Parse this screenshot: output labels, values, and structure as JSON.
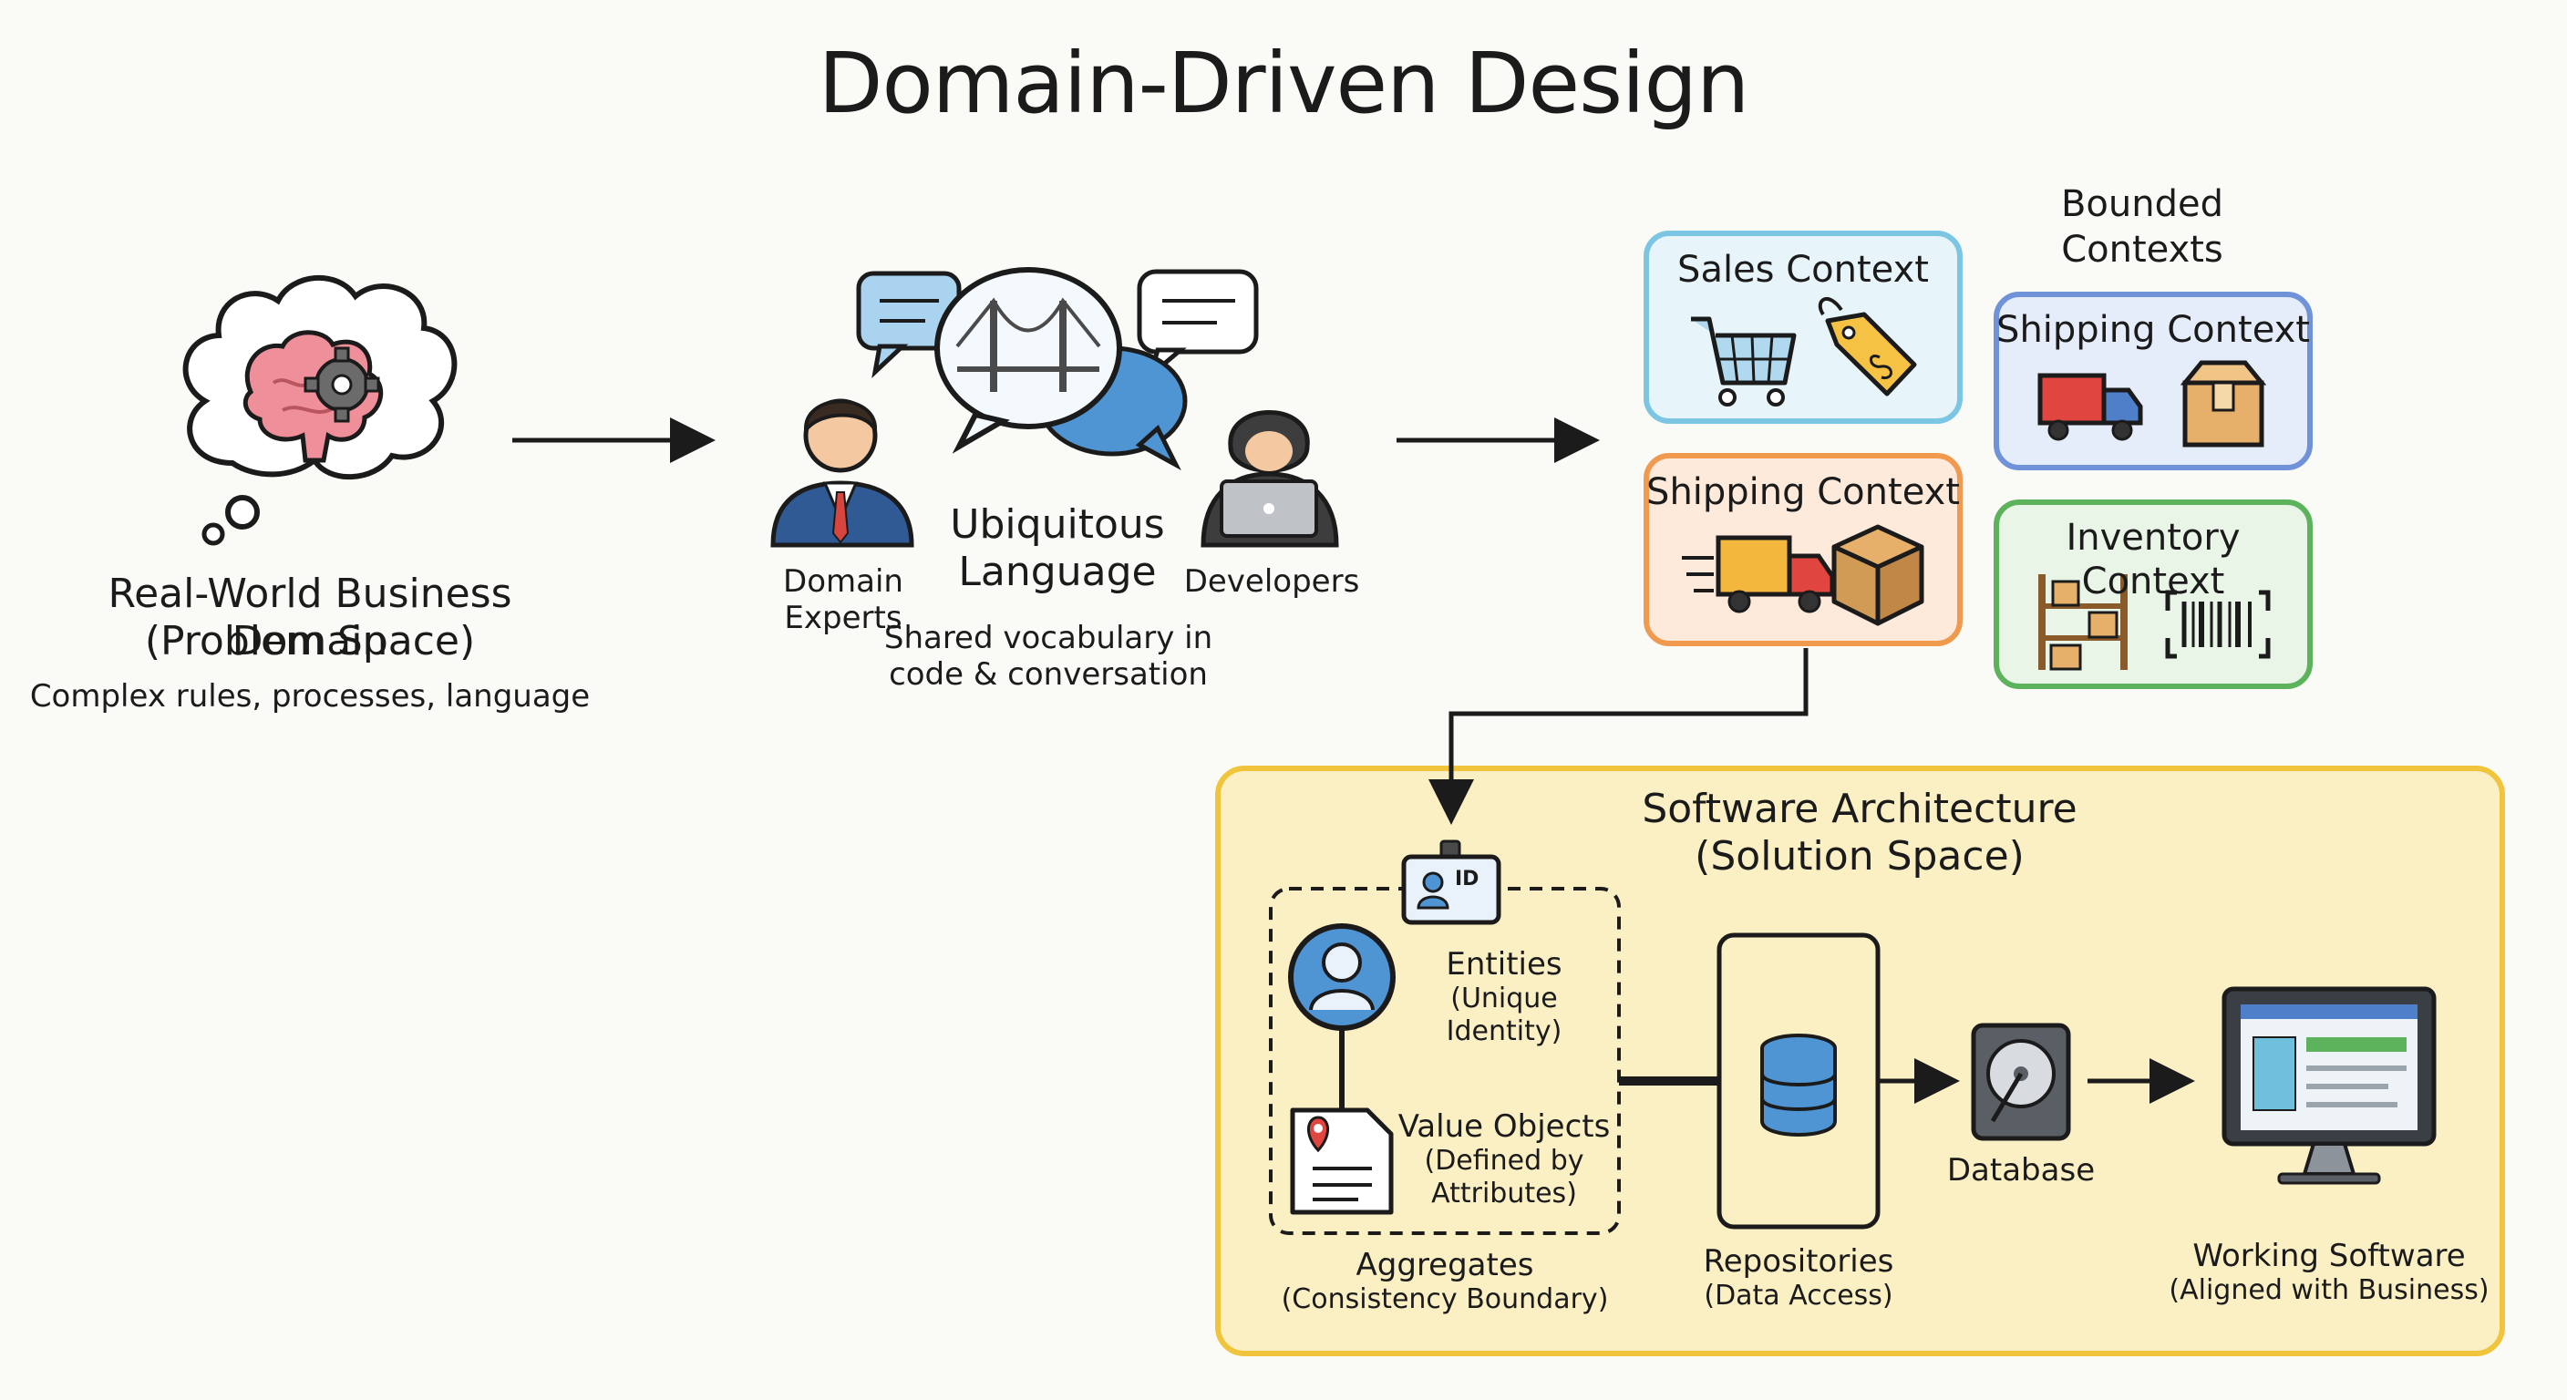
{
  "title": "Domain-Driven Design",
  "problem": {
    "title_line1": "Real-World Business Domain",
    "title_line2": "(Problem Space)",
    "subtitle": "Complex rules, processes, language"
  },
  "language": {
    "experts_label": "Domain Experts",
    "developers_label": "Developers",
    "title_line1": "Ubiquitous",
    "title_line2": "Language",
    "desc_line1": "Shared vocabulary in",
    "desc_line2": "code & conversation"
  },
  "contexts": {
    "heading_line1": "Bounded",
    "heading_line2": "Contexts",
    "sales": "Sales Context",
    "shipping_main": "Shipping Context",
    "shipping_alt": "Shipping Context",
    "inventory": "Inventory Context"
  },
  "architecture": {
    "title_line1": "Software Architecture",
    "title_line2": "(Solution Space)",
    "id_badge": "ID",
    "entities_label": "Entities",
    "entities_sub": "(Unique Identity)",
    "value_label": "Value Objects",
    "value_sub_line1": "(Defined by",
    "value_sub_line2": "Attributes)",
    "aggregates_label": "Aggregates",
    "aggregates_sub": "(Consistency Boundary)",
    "repositories_label": "Repositories",
    "repositories_sub": "(Data Access)",
    "database_label": "Database",
    "software_label": "Working Software",
    "software_sub": "(Aligned with Business)"
  },
  "colors": {
    "sales_border": "#7cc6e4",
    "sales_fill": "#e7f5fb",
    "shipping_border": "#ef9a4f",
    "shipping_fill": "#fdeadb",
    "shipping_alt_border": "#6f92d8",
    "shipping_alt_fill": "#e6edfa",
    "inventory_border": "#5cb35c",
    "inventory_fill": "#e9f6e7",
    "arch_border": "#f0c53c",
    "arch_fill": "#fbefc4"
  },
  "icons": [
    "brain-gear-icon",
    "bridge-icon",
    "cart-icon",
    "price-tag-icon",
    "truck-icon",
    "box-icon",
    "shelves-icon",
    "barcode-icon",
    "id-badge-icon",
    "user-icon",
    "document-pin-icon",
    "database-stack-icon",
    "hard-drive-icon",
    "monitor-icon"
  ]
}
